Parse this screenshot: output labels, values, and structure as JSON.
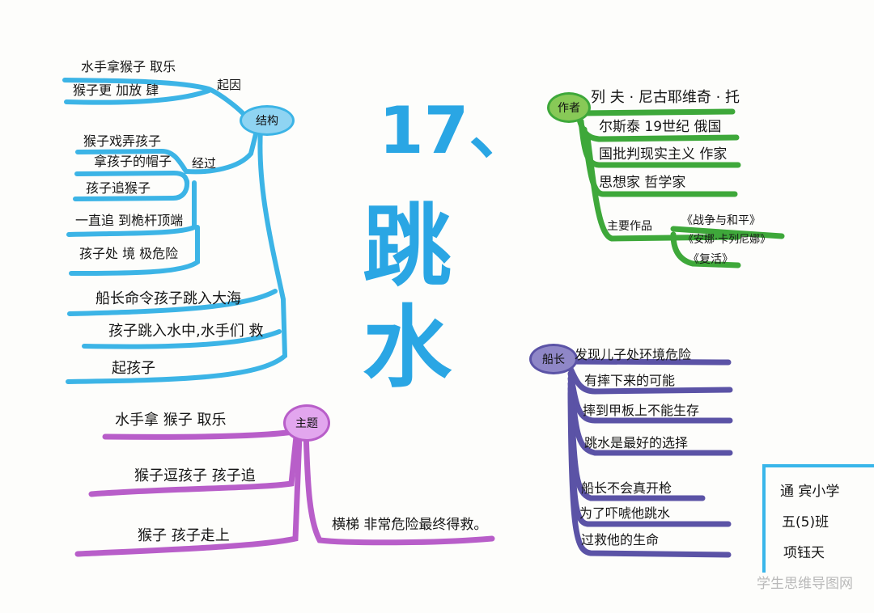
{
  "title": {
    "number": "17、",
    "name": "跳水"
  },
  "jiegou": {
    "hub": "结构",
    "qiyin": {
      "label": "起因",
      "items": [
        "水手拿猴子 取乐",
        "猴子更 加放 肆"
      ]
    },
    "jingguo": {
      "label": "经过",
      "items": [
        "猴子戏弄孩子",
        "拿孩子的帽子",
        "孩子追猴子",
        "一直追 到桅杆顶端",
        "孩子处 境 极危险"
      ]
    },
    "jieguo_items": [
      "船长命令孩子跳入大海",
      "孩子跳入水中,水手们 救",
      "起孩子"
    ]
  },
  "zhuti": {
    "hub": "主题",
    "items": [
      "水手拿 猴子 取乐",
      "猴子逗孩子  孩子追",
      "猴子     孩子走上"
    ],
    "conclusion": "横梯 非常危险最终得救。"
  },
  "zuozhe": {
    "hub": "作者",
    "items": [
      "列 夫 · 尼古耶维奇 · 托",
      "尔斯泰 19世纪 俄国",
      "国批判现实主义 作家",
      "思想家  哲学家"
    ],
    "works_label": "主要作品",
    "works": [
      "《战争与和平》",
      "《安娜·卡列尼娜》",
      "《复活》"
    ]
  },
  "chuanzhang": {
    "hub": "船长",
    "items": [
      "发现儿子处环境危险",
      "有摔下来的可能",
      "摔到甲板上不能生存",
      "跳水是最好的选择",
      "船长不会真开枪",
      "为了吓唬他跳水",
      "过救他的生命"
    ]
  },
  "signature": {
    "school": "通 宾小学",
    "class": "五(5)班",
    "name": "项钰天"
  },
  "watermark": "学生思维导图网",
  "colors": {
    "blue": "#3cb4e6",
    "purple": "#b85ec9",
    "green": "#3ea83a",
    "indigo": "#5b53a6"
  }
}
